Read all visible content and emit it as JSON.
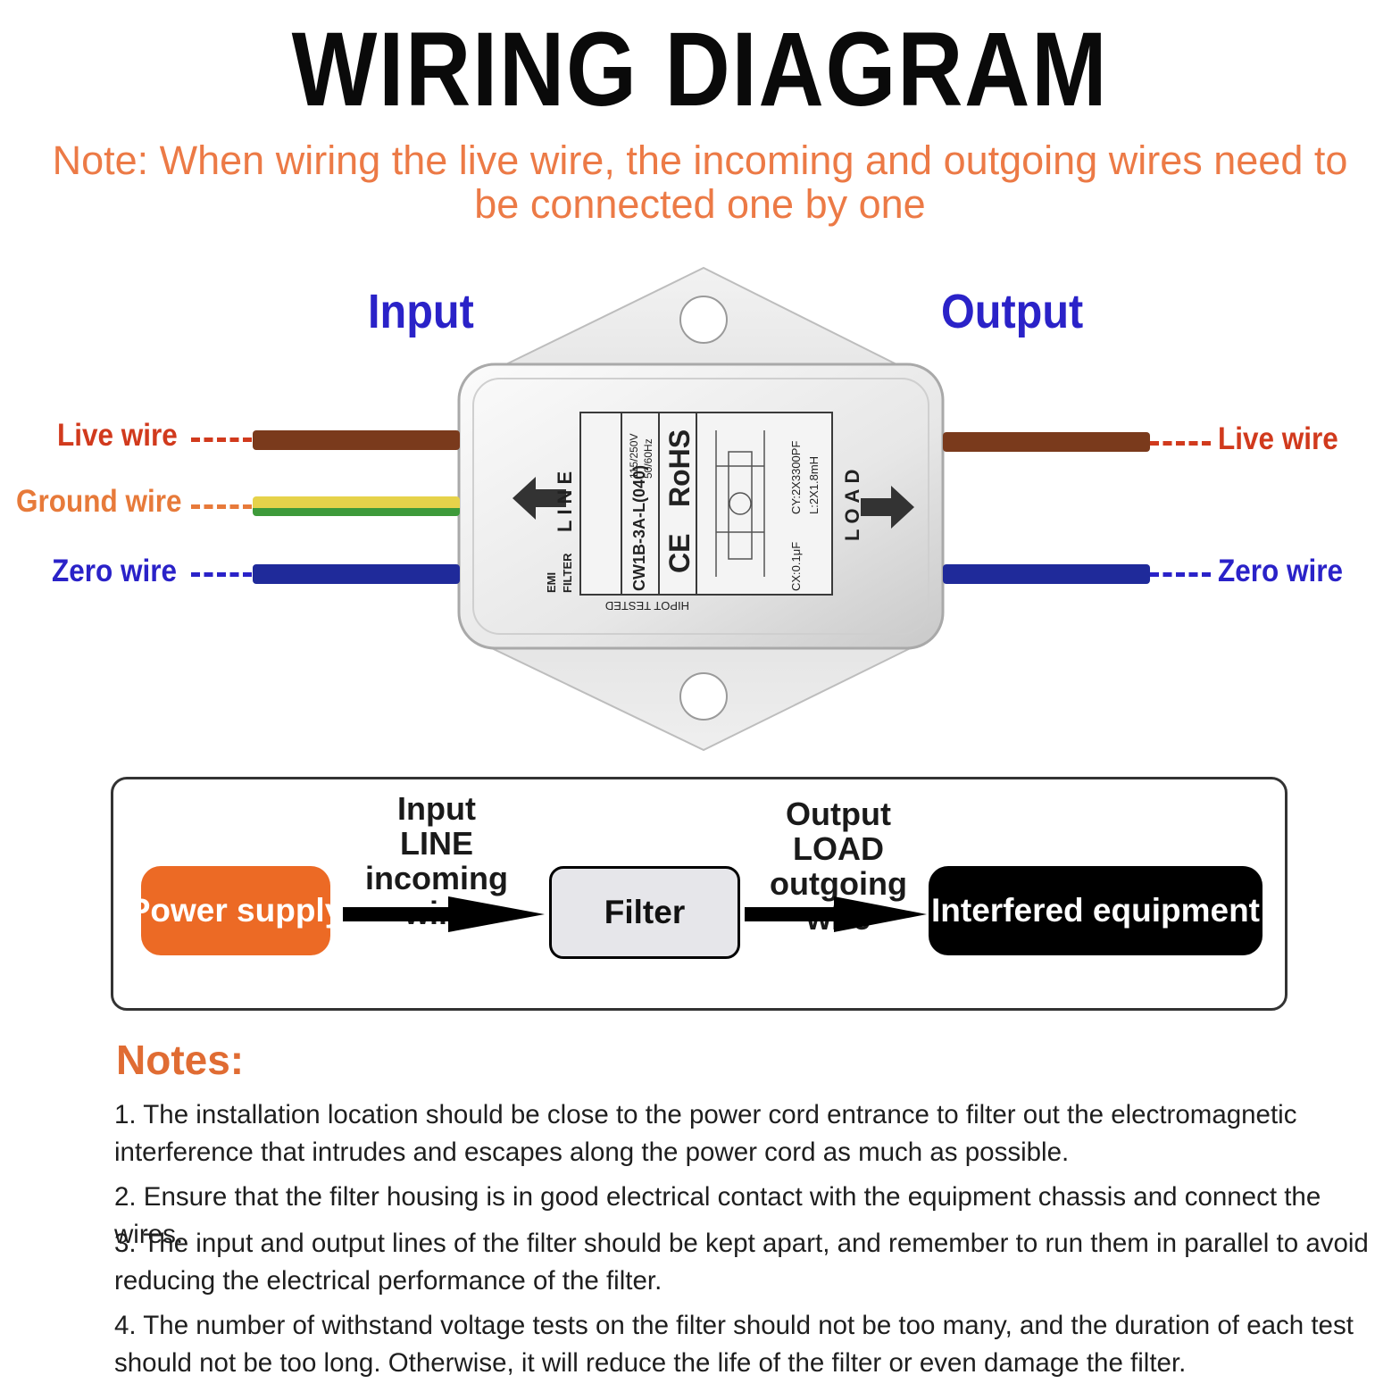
{
  "title": "WIRING DIAGRAM",
  "note": "Note: When wiring the live wire, the incoming and outgoing wires need to be connected one by one",
  "labels": {
    "input": "Input",
    "output": "Output"
  },
  "left_wires": [
    {
      "label": "Live wire",
      "color": "#d13a1d",
      "wire_color": "#7a3a1c"
    },
    {
      "label": "Ground wire",
      "color": "#e77a3a",
      "wire_color": "#e6d24a"
    },
    {
      "label": "Zero wire",
      "color": "#2a22c8",
      "wire_color": "#1f2a9a"
    }
  ],
  "right_wires": [
    {
      "label": "Live wire",
      "color": "#d13a1d",
      "wire_color": "#7a3a1c"
    },
    {
      "label": "Zero wire",
      "color": "#2a22c8",
      "wire_color": "#1f2a9a"
    }
  ],
  "device": {
    "line": "LINE",
    "load": "LOAD",
    "emi": "EMI",
    "filter": "FILTER",
    "model": "CW1B-3A-L(040)",
    "rating1": "115/250V",
    "rating2": "50/60Hz",
    "rohs": "RoHS",
    "ce": "CE",
    "hipot": "HIPOT TESTED",
    "cx": "CX:0.1μF",
    "cy": "CY:2X3300PF",
    "l": "L:2X1.8mH"
  },
  "flow": {
    "power_supply": "Power supply",
    "input_label": [
      "Input",
      "LINE incoming",
      "wire"
    ],
    "filter": "Filter",
    "output_label": [
      "Output",
      "LOAD outgoing",
      "wire"
    ],
    "equipment": "Interfered equipment",
    "colors": {
      "power": "#ec6a25",
      "filter": "#e6e6ea",
      "equipment": "#000000"
    }
  },
  "notes_title": "Notes:",
  "notes": [
    "1. The installation location should be close to the power cord entrance to filter out the electromagnetic interference that intrudes and escapes along the power cord as much as possible.",
    "2. Ensure that the filter housing is in good electrical contact with the equipment chassis and connect the wires.",
    "3. The input and output lines of the filter should be kept apart, and remember to run them in parallel to avoid reducing the electrical performance of the filter.",
    "4. The number of withstand voltage tests on the filter should not be too many, and the duration of each test should not be too long. Otherwise, it will reduce the life of the filter or even damage the filter."
  ]
}
